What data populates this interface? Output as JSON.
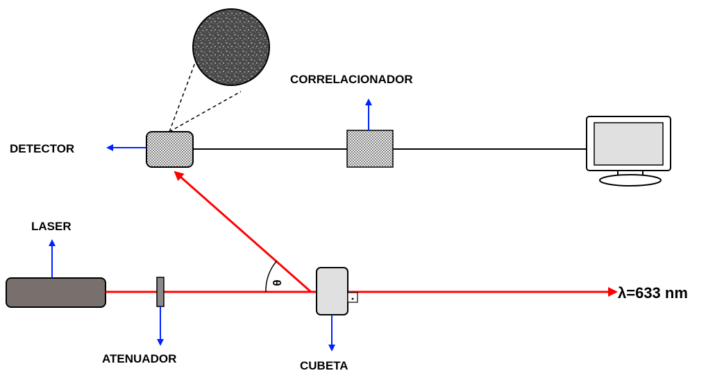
{
  "labels": {
    "correlator": "CORRELACIONADOR",
    "detector": "DETECTOR",
    "laser": "LASER",
    "attenuator": "ATENUADOR",
    "cuvette": "CUBETA",
    "angle": "θ",
    "wavelength": "λ=633 nm"
  },
  "colors": {
    "beam": "#ff0000",
    "pointer": "#0020ff",
    "laser_body": "#77706d",
    "cuvette": "#e0e0e0",
    "monitor_screen": "#e0e0e0",
    "speckle_disc": "#555555"
  }
}
